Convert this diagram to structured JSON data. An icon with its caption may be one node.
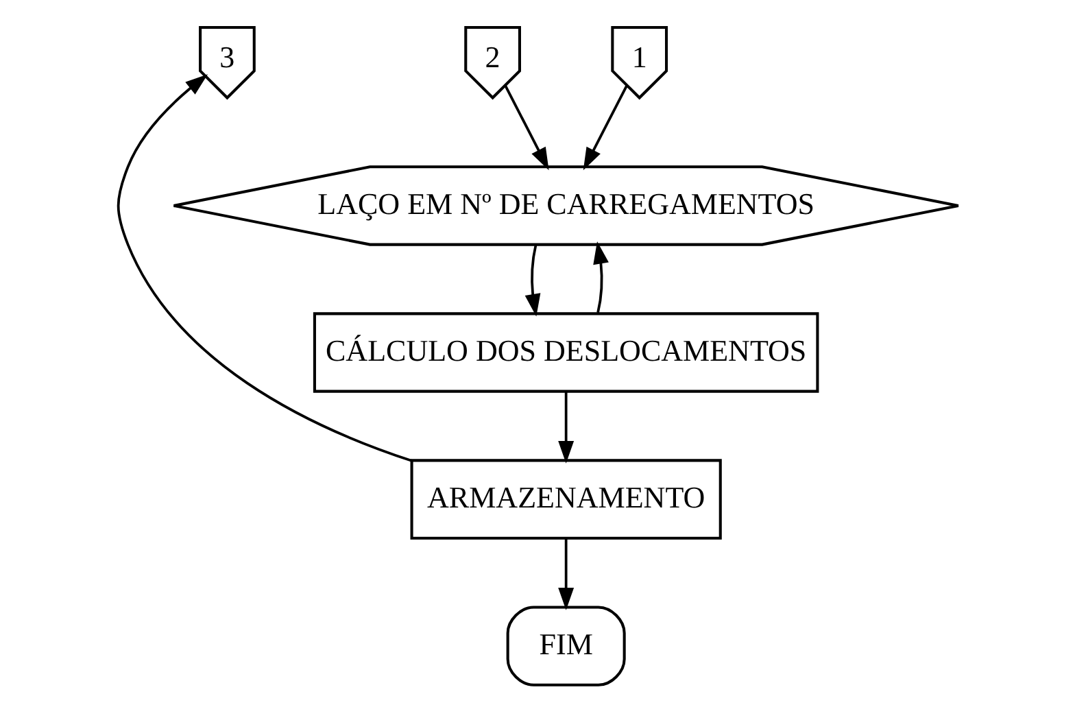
{
  "diagram": {
    "nodes": [
      {
        "text": [
          "3"
        ]
      },
      {
        "text": [
          "2"
        ]
      },
      {
        "text": [
          "1"
        ]
      },
      {
        "text": [
          "LAÇO EM Nº DE CARREGAMENTOS"
        ]
      },
      {
        "text": [
          "CÁLCULO DOS DESLOCAMENTOS"
        ]
      },
      {
        "text": [
          "ARMAZENAMENTO"
        ]
      },
      {
        "text": [
          "FIM"
        ]
      }
    ],
    "edges": [
      {
        "from": 2,
        "to": 3,
        "arrow": "to"
      },
      {
        "from": 1,
        "to": 3,
        "arrow": "to"
      },
      {
        "from": 4,
        "to": 3,
        "arrow": "to"
      },
      {
        "from": 3,
        "to": 4,
        "arrow": "to"
      },
      {
        "from": 4,
        "to": 5,
        "arrow": "to"
      },
      {
        "from": 5,
        "to": 0,
        "arrow": "to"
      },
      {
        "from": 5,
        "to": 6,
        "arrow": "to"
      }
    ]
  }
}
